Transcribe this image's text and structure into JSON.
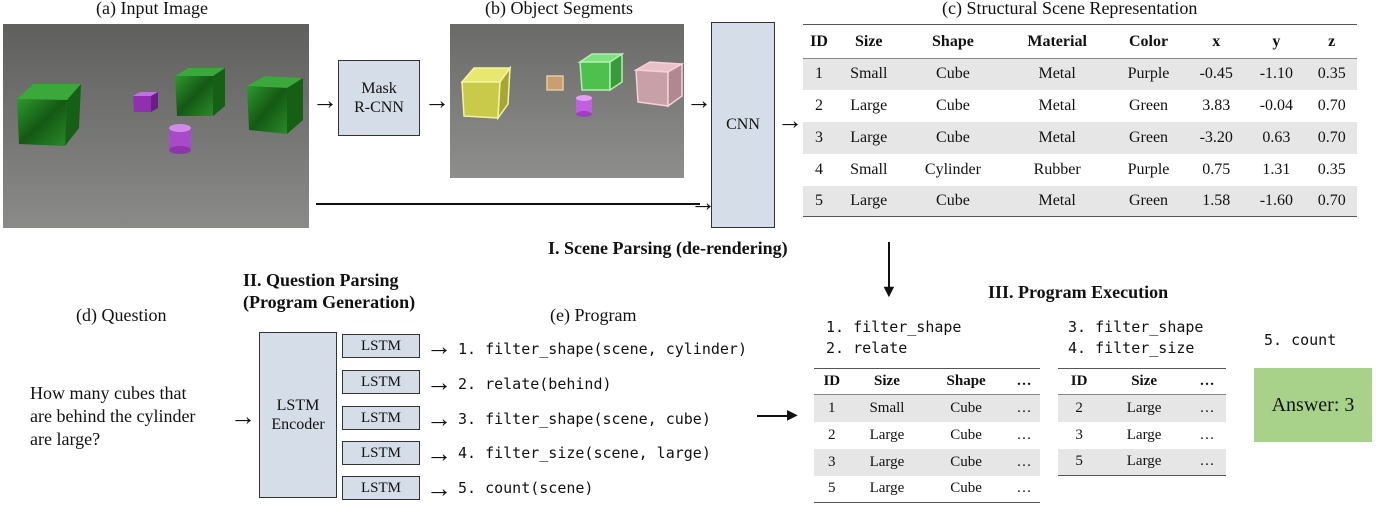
{
  "captions": {
    "input_image": "(a) Input Image",
    "object_segments": "(b) Object Segments",
    "scene_repr": "(c) Structural Scene Representation",
    "question": "(d) Question",
    "program": "(e) Program"
  },
  "stages": {
    "scene_parsing": "I. Scene Parsing (de-rendering)",
    "question_parsing_1": "II. Question Parsing",
    "question_parsing_2": "(Program Generation)",
    "program_execution": "III. Program Execution"
  },
  "boxes": {
    "mask_rcnn_1": "Mask",
    "mask_rcnn_2": "R-CNN",
    "cnn": "CNN",
    "lstm_encoder_1": "LSTM",
    "lstm_encoder_2": "Encoder",
    "lstm": "LSTM"
  },
  "scene_table": {
    "headers": [
      "ID",
      "Size",
      "Shape",
      "Material",
      "Color",
      "x",
      "y",
      "z"
    ],
    "rows": [
      [
        "1",
        "Small",
        "Cube",
        "Metal",
        "Purple",
        "-0.45",
        "-1.10",
        "0.35"
      ],
      [
        "2",
        "Large",
        "Cube",
        "Metal",
        "Green",
        "3.83",
        "-0.04",
        "0.70"
      ],
      [
        "3",
        "Large",
        "Cube",
        "Metal",
        "Green",
        "-3.20",
        "0.63",
        "0.70"
      ],
      [
        "4",
        "Small",
        "Cylinder",
        "Rubber",
        "Purple",
        "0.75",
        "1.31",
        "0.35"
      ],
      [
        "5",
        "Large",
        "Cube",
        "Metal",
        "Green",
        "1.58",
        "-1.60",
        "0.70"
      ]
    ]
  },
  "question_text": [
    "How many cubes that",
    "are behind the cylinder",
    "are large?"
  ],
  "program_lines": [
    "1. filter_shape(scene, cylinder)",
    "2. relate(behind)",
    "3. filter_shape(scene, cube)",
    "4. filter_size(scene, large)",
    "5. count(scene)"
  ],
  "execution": {
    "step_a": [
      "1. filter_shape",
      "2. relate"
    ],
    "step_b": [
      "3. filter_shape",
      "4. filter_size"
    ],
    "step_c": "5. count",
    "table_a": {
      "headers": [
        "ID",
        "Size",
        "Shape",
        "…"
      ],
      "rows": [
        [
          "1",
          "Small",
          "Cube",
          "…"
        ],
        [
          "2",
          "Large",
          "Cube",
          "…"
        ],
        [
          "3",
          "Large",
          "Cube",
          "…"
        ],
        [
          "5",
          "Large",
          "Cube",
          "…"
        ]
      ]
    },
    "table_b": {
      "headers": [
        "ID",
        "Size",
        "…"
      ],
      "rows": [
        [
          "2",
          "Large",
          "…"
        ],
        [
          "3",
          "Large",
          "…"
        ],
        [
          "5",
          "Large",
          "…"
        ]
      ]
    },
    "answer": "Answer: 3"
  },
  "colors": {
    "box_fill": "#d5dde8",
    "answer_fill": "#a8d28a",
    "row_shade": "#e6e6e6",
    "render_floor": "#6f6f6d",
    "metal_green": "#1f7a1f",
    "purple": "#a84bc8"
  }
}
